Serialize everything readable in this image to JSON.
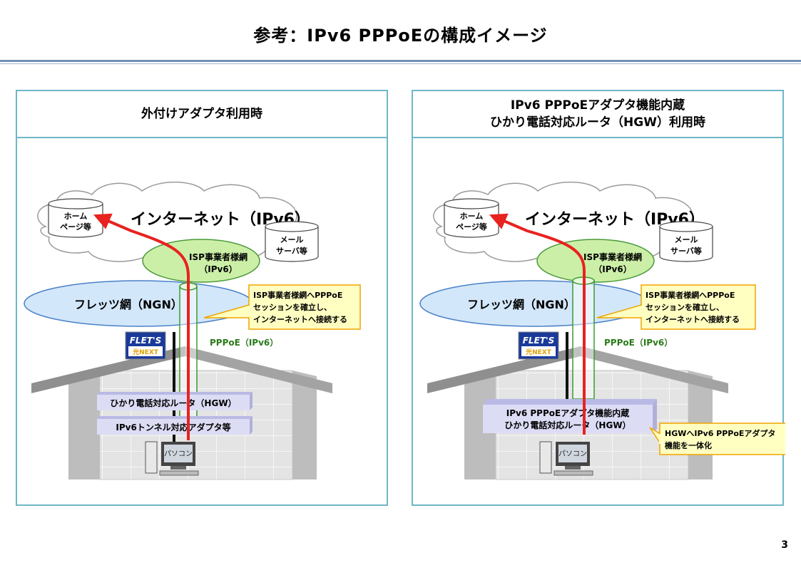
{
  "title": "参考：IPv6 PPPoEの構成イメージ",
  "page_number": "3",
  "left": {
    "header": "外付けアダプタ利用時",
    "internet": "インターネット（IPv6）",
    "homepage": [
      "ホーム",
      "ページ等"
    ],
    "mailserver": [
      "メール",
      "サーバ等"
    ],
    "isp": [
      "ISP事業者様網",
      "（IPv6）"
    ],
    "flets_net": "フレッツ網（NGN）",
    "callout": [
      "ISP事業者様網へPPPoE",
      "セッションを確立し、",
      "インターネットへ接続する"
    ],
    "pppoe": "PPPoE（IPv6）",
    "logo_top": "FLET'S",
    "logo_bottom": "光NEXT",
    "router": "ひかり電話対応ルータ（HGW）",
    "adapter": "IPv6トンネル対応アダプタ等",
    "pc": "パソコン"
  },
  "right": {
    "header": [
      "IPv6 PPPoEアダプタ機能内蔵",
      "ひかり電話対応ルータ（HGW）利用時"
    ],
    "internet": "インターネット（IPv6）",
    "homepage": [
      "ホーム",
      "ページ等"
    ],
    "mailserver": [
      "メール",
      "サーバ等"
    ],
    "isp": [
      "ISP事業者様網",
      "（IPv6）"
    ],
    "flets_net": "フレッツ網（NGN）",
    "callout": [
      "ISP事業者様網へPPPoE",
      "セッションを確立し、",
      "インターネットへ接続する"
    ],
    "pppoe": "PPPoE（IPv6）",
    "logo_top": "FLET'S",
    "logo_bottom": "光NEXT",
    "router": [
      "IPv6 PPPoEアダプタ機能内蔵",
      "ひかり電話対応ルータ（HGW）"
    ],
    "callout2": [
      "HGWへIPv6 PPPoEアダプタ",
      "機能を一体化"
    ],
    "pc": "パソコン"
  },
  "colors": {
    "panel_border": "#6fb7c8",
    "arrow": "#e8221f",
    "tunnel": "#3a9a2e",
    "isp_fill": "#ccefa8",
    "ngn_fill": "#d3e7fa",
    "callout_fill": "#ffffc2",
    "callout_border": "#f0a400",
    "box_fill": "#dcdcf5"
  }
}
